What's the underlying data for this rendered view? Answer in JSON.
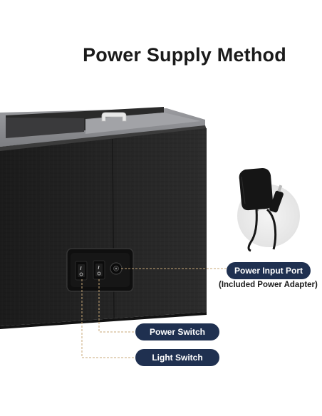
{
  "title": "Power Supply Method",
  "labels": {
    "power_input_port": "Power Input Port",
    "included_adapter": "(Included Power Adapter)",
    "power_switch": "Power Switch",
    "light_switch": "Light Switch"
  },
  "colors": {
    "pill": "#1f3050",
    "leader": "#c8a878",
    "box": "#1e1e1e",
    "felt": "#8e8f93"
  },
  "icons": {
    "adapter": "power-adapter-icon",
    "switch": "rocker-switch-icon",
    "port": "dc-port-icon"
  }
}
